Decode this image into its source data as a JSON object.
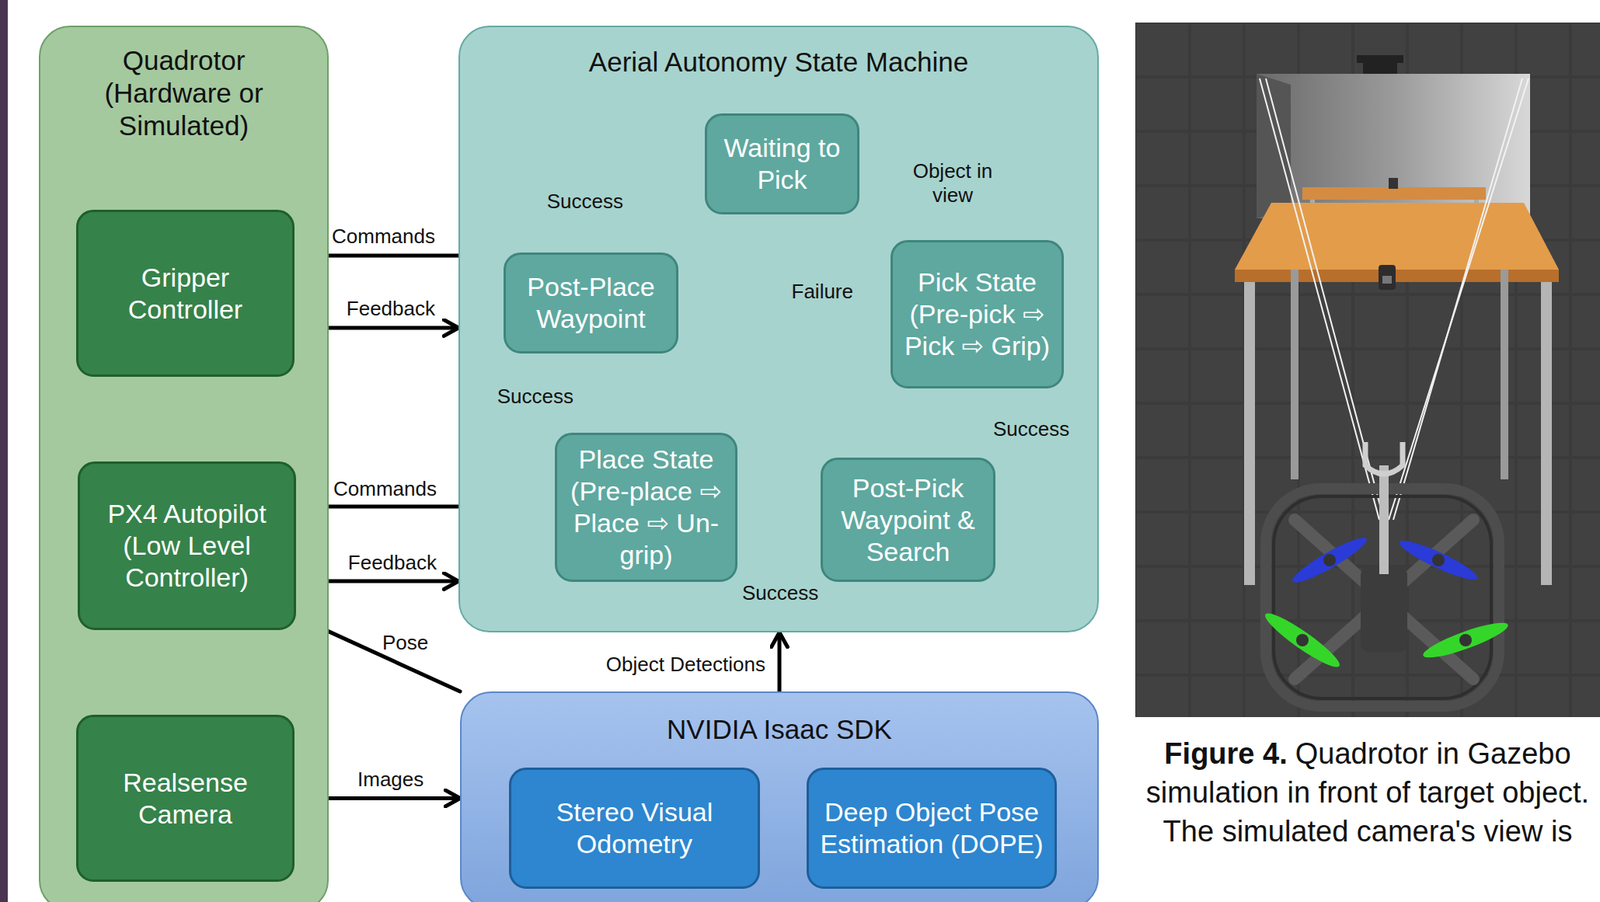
{
  "diagram": {
    "caption": "Quadrotor in Gazebo simulation in front of target object. The simulated camera's view is",
    "nodes": [
      {
        "text": [
          "Quadrotor (Hardware or Simulated)"
        ]
      },
      {
        "text": [
          "Gripper Controller"
        ],
        "in": 0
      },
      {
        "text": [
          "PX4 Autopilot (Low Level Controller)"
        ],
        "in": 0
      },
      {
        "text": [
          "Realsense Camera"
        ],
        "in": 0
      },
      {
        "text": [
          "Aerial Autonomy State Machine"
        ]
      },
      {
        "text": [
          "Waiting to Pick"
        ],
        "in": 4
      },
      {
        "text": [
          "Pick State (Pre-pick ⇨ Pick ⇨ Grip)"
        ],
        "in": 4
      },
      {
        "text": [
          "Post-Pick Waypoint & Search"
        ],
        "in": 4
      },
      {
        "text": [
          "Place State (Pre-place ⇨ Place ⇨ Un-grip)"
        ],
        "in": 4
      },
      {
        "text": [
          "Post-Place Waypoint"
        ],
        "in": 4
      },
      {
        "text": [
          "NVIDIA Isaac SDK"
        ]
      },
      {
        "text": [
          "Stereo Visual Odometry"
        ],
        "in": 10
      },
      {
        "text": [
          "Deep Object Pose Estimation (DOPE)"
        ],
        "in": 10
      }
    ],
    "edges": [
      {
        "from": 4,
        "to": 1,
        "label": "Commands",
        "arrow": "to"
      },
      {
        "from": 1,
        "to": 4,
        "label": "Feedback",
        "arrow": "to"
      },
      {
        "from": 4,
        "to": 2,
        "label": "Commands",
        "arrow": "to"
      },
      {
        "from": 2,
        "to": 4,
        "label": "Feedback",
        "arrow": "to"
      },
      {
        "from": 10,
        "to": 2,
        "label": "Pose",
        "arrow": "to"
      },
      {
        "from": 3,
        "to": 10,
        "label": "Images",
        "arrow": "to"
      },
      {
        "from": 10,
        "to": 4,
        "label": "Object Detections",
        "arrow": "to"
      },
      {
        "from": 5,
        "to": 6,
        "label": "Object in view",
        "arrow": "to"
      },
      {
        "from": 6,
        "to": 5,
        "label": "Failure",
        "arrow": "to"
      },
      {
        "from": 6,
        "to": 7,
        "label": "Success",
        "arrow": "to"
      },
      {
        "from": 7,
        "to": 8,
        "label": "Success",
        "arrow": "to"
      },
      {
        "from": 8,
        "to": 9,
        "label": "Success",
        "arrow": "to"
      },
      {
        "from": 9,
        "to": 5,
        "label": "Success",
        "arrow": "to"
      }
    ],
    "labels": [
      "Figure 4."
    ]
  }
}
